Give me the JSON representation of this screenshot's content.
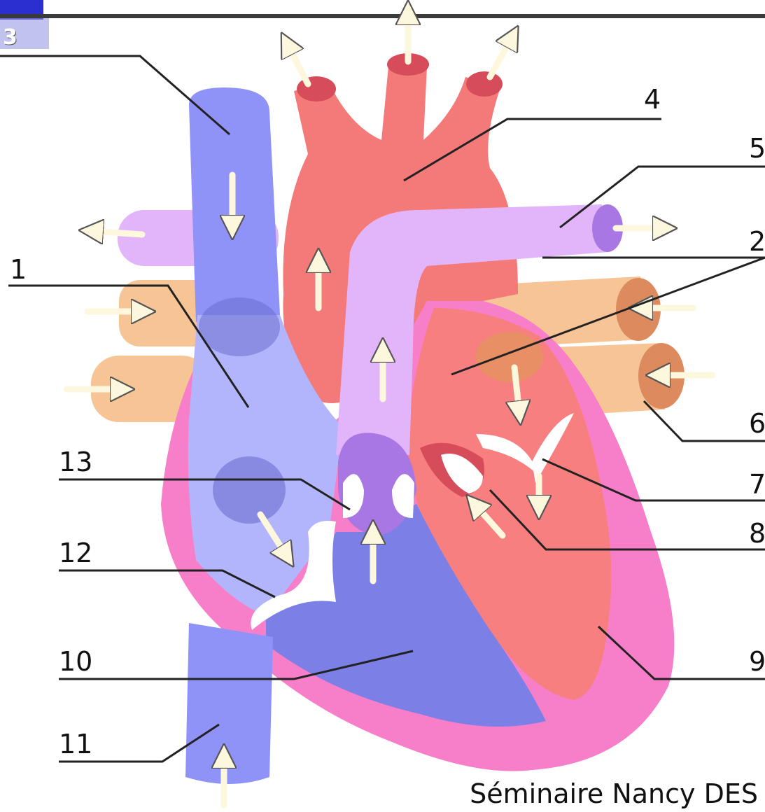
{
  "slide": {
    "number": "3",
    "footer": "Séminaire Nancy DES"
  },
  "labels": [
    "1",
    "2",
    "4",
    "5",
    "6",
    "7",
    "8",
    "9",
    "10",
    "11",
    "12",
    "13"
  ],
  "colors": {
    "vena_cava": "#8f92f7",
    "right_atrium": "#b3b5fc",
    "right_ventricle": "#7c7fe6",
    "pulmonary_artery": "#e2b5fb",
    "pulmonary_valve": "#a877e3",
    "aorta": "#f47979",
    "aorta_dark": "#d64c5a",
    "left_atrium": "#f77f7f",
    "myocardium": "#f77fc9",
    "pulmonary_veins": "#f7c595",
    "pulmonary_vein_end": "#dc8a5e",
    "arrow_fill": "#fdf8dd",
    "line": "#222222"
  }
}
